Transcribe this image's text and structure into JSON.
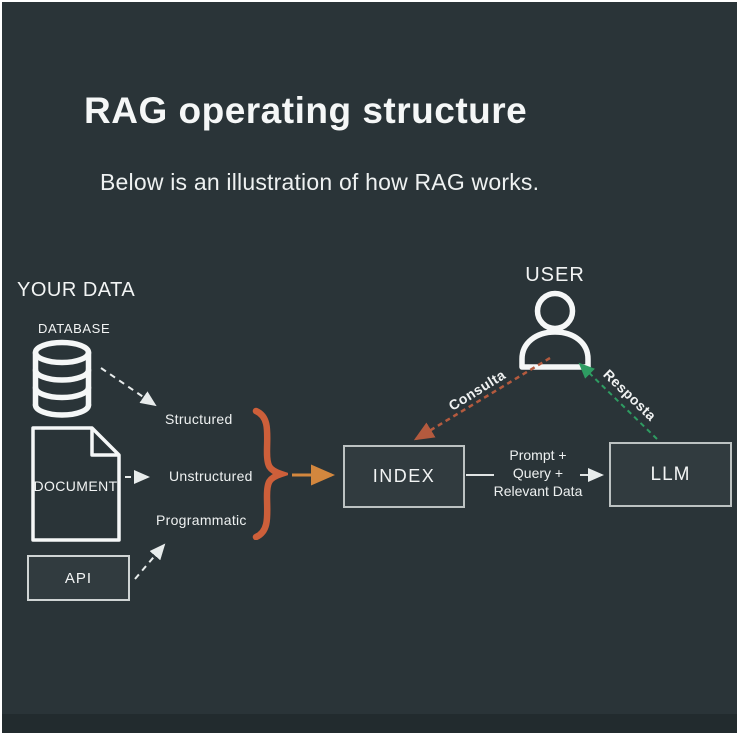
{
  "header": {
    "title": "RAG operating structure",
    "subtitle": "Below is an illustration of how RAG works."
  },
  "left_panel": {
    "section_label": "YOUR DATA",
    "database_label": "DATABASE",
    "document_label": "DOCUMENT",
    "api_label": "API"
  },
  "categories": {
    "structured": "Structured",
    "unstructured": "Unstructured",
    "programmatic": "Programmatic"
  },
  "nodes": {
    "index_label": "INDEX",
    "llm_label": "LLM",
    "user_label": "USER"
  },
  "flows": {
    "consulta_label": "Consulta",
    "resposta_label": "Resposta",
    "prompt_label": "Prompt +\nQuery +\nRelevant Data"
  },
  "colors": {
    "background": "#2a3438",
    "text": "#f2f4f4",
    "box_border": "#bcc2c2",
    "brace_orange": "#cd5f3a",
    "arrow_orange": "#d3873e",
    "consulta_rust": "#b45a3e",
    "resposta_green": "#2e9c62",
    "white_connector": "#e8ecec"
  }
}
